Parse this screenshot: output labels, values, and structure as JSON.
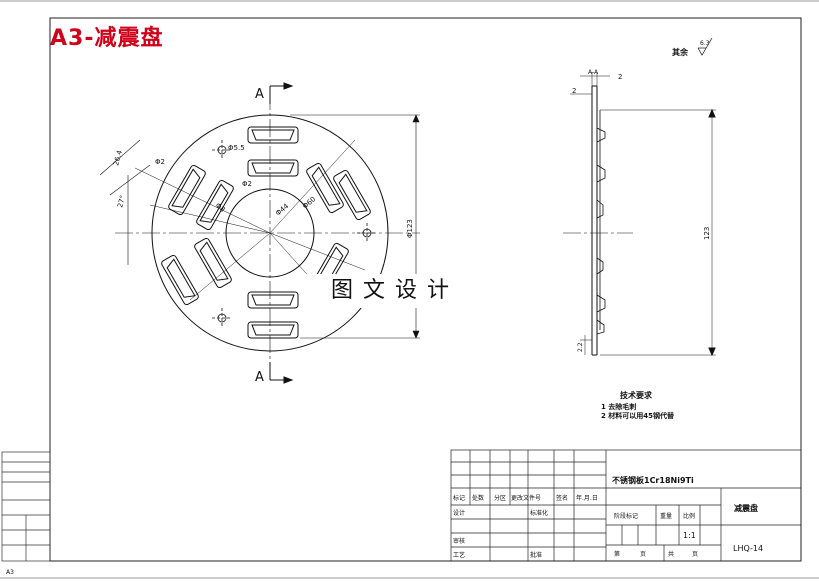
{
  "drawing": {
    "banner": "A3-减震盘",
    "watermark": "图文设计",
    "sheet_size": "A3",
    "section_label": "A",
    "section_note": "A-A",
    "roughness_note": "其余",
    "roughness_value": "6.3"
  },
  "front_view": {
    "dims": {
      "hole_dia": "Φ5.5",
      "slot_dia": "Φ2",
      "slot_depth": "Φ2",
      "bore_dia": "Φ44",
      "pitch_dia": "Φ60",
      "mid_dia": "Φ8",
      "outer_dia": "Φ123",
      "angle": "27°",
      "offset": "26.4"
    }
  },
  "side_view": {
    "dims": {
      "top_left": "2",
      "top_right": "2",
      "height": "123",
      "bottom": "2.2"
    }
  },
  "tech_req": {
    "title": "技术要求",
    "items": [
      "1 去除毛刺",
      "2 材料可以用45钢代替"
    ]
  },
  "title_block": {
    "material": "不锈钢板1Cr18Ni9Ti",
    "part_name": "减震盘",
    "drawing_no": "LHQ-14",
    "scale_value": "1:1",
    "headers": {
      "mark": "标记",
      "count": "处数",
      "zone": "分区",
      "change_doc": "更改文件号",
      "signature": "签名",
      "date": "年.月.日",
      "design": "设计",
      "standardize": "标准化",
      "review": "审核",
      "process": "工艺",
      "approve": "批准",
      "stage_mark": "阶段标记",
      "weight": "重量",
      "scale": "比例",
      "total": "共",
      "sheet": "页",
      "of": "第",
      "page": "页"
    }
  }
}
